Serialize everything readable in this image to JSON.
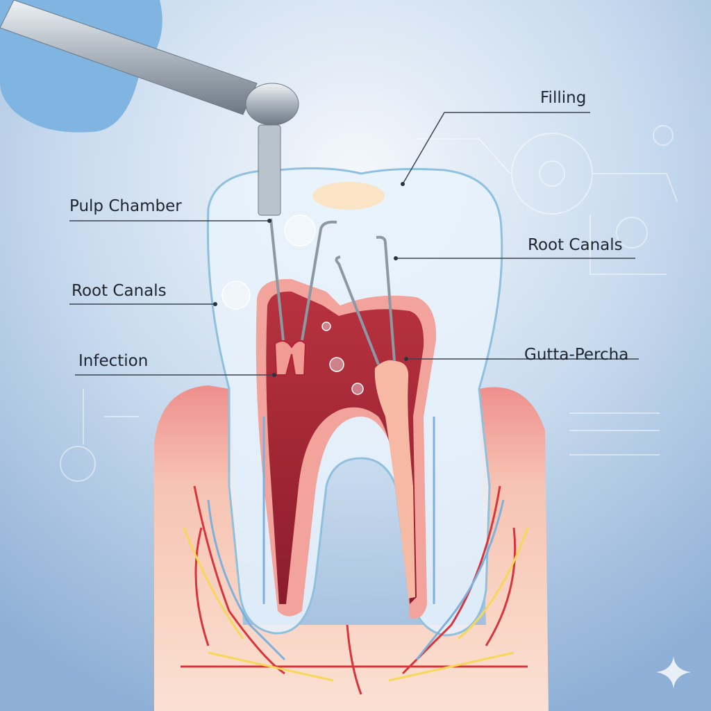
{
  "diagram": {
    "labels": {
      "filling": "Filling",
      "pulp_chamber": "Pulp Chamber",
      "root_canals_right": "Root Canals",
      "root_canals_left": "Root Canals",
      "infection": "Infection",
      "gutta_percha": "Gutta-Percha"
    }
  },
  "colors": {
    "background": "#c9dbee",
    "enamel": "#e8f2fb",
    "pulp": "#a8283a",
    "gum": "#f2a7a0",
    "gutta_percha": "#f6b9a3",
    "filling": "#fbe3c6"
  }
}
